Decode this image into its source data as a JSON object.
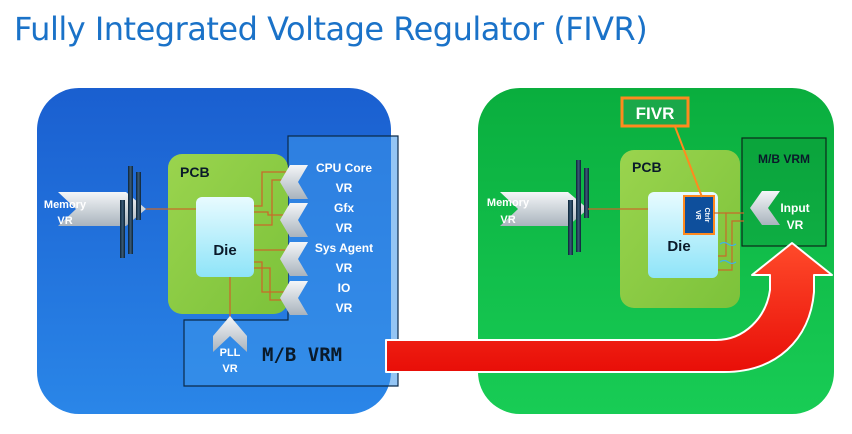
{
  "title": "Fully Integrated Voltage Regulator (FIVR)",
  "colors": {
    "title": "#1a72c8",
    "left_panel": "#1f6fd8",
    "right_panel": "#10c04a",
    "pcb": "#8fd04a",
    "die": "#bff0ff",
    "arrow": "#ff1a10",
    "fivr_outline": "#ff8a1e",
    "vr_ctrl_block": "#0e4f9c"
  },
  "left": {
    "memory_vr_line1": "Memory",
    "memory_vr_line2": "VR",
    "pcb_label": "PCB",
    "die_label": "Die",
    "rails": [
      {
        "line1": "CPU Core",
        "line2": "VR"
      },
      {
        "line1": "Gfx",
        "line2": "VR"
      },
      {
        "line1": "Sys Agent",
        "line2": "VR"
      },
      {
        "line1": "IO",
        "line2": "VR"
      }
    ],
    "pll_vr_line1": "PLL",
    "pll_vr_line2": "VR",
    "mb_vrm_label": "M/B VRM"
  },
  "right": {
    "fivr_label": "FIVR",
    "memory_vr_line1": "Memory",
    "memory_vr_line2": "VR",
    "pcb_label": "PCB",
    "die_label": "Die",
    "vr_ctrl_line1": "VR",
    "vr_ctrl_line2": "Ctrlr",
    "mb_vrm_label": "M/B VRM",
    "input_vr_line1": "Input",
    "input_vr_line2": "VR"
  }
}
